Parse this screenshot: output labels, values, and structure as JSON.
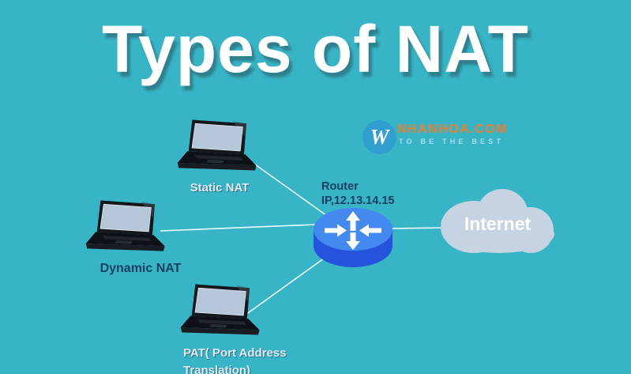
{
  "title": "Types of NAT",
  "watermark": {
    "monogram": "W",
    "brand": "NHANHOA.COM",
    "tagline": "TO BE THE BEST"
  },
  "nodes": {
    "static_nat": {
      "type": "laptop",
      "label": "Static NAT"
    },
    "dynamic_nat": {
      "type": "laptop",
      "label": "Dynamic NAT"
    },
    "pat": {
      "type": "laptop",
      "label_line1": "PAT( Port Address",
      "label_line2": "Translation)"
    },
    "router": {
      "type": "router",
      "label": "Router",
      "ip": "IP,12.13.14.15"
    },
    "internet": {
      "type": "cloud",
      "label": "Internet"
    }
  },
  "connections": [
    {
      "from": "static_nat",
      "to": "router"
    },
    {
      "from": "dynamic_nat",
      "to": "router"
    },
    {
      "from": "pat",
      "to": "router"
    },
    {
      "from": "router",
      "to": "internet"
    }
  ],
  "colors": {
    "background": "#37b5c6",
    "title_text": "#ffffff",
    "router_top": "#4489f0",
    "router_side": "#2553dc",
    "cloud": "#c6d3e2",
    "laptop_body": "#14171c",
    "laptop_screen": "#b6c7d9",
    "label_dark": "#1b3e63",
    "label_light": "#e3eaf1",
    "connection_line": "#ecf9fb",
    "brand_orange": "#ee7d2e",
    "tagline_blue": "#a8dcec",
    "monogram_circle": "#31a0d1"
  }
}
